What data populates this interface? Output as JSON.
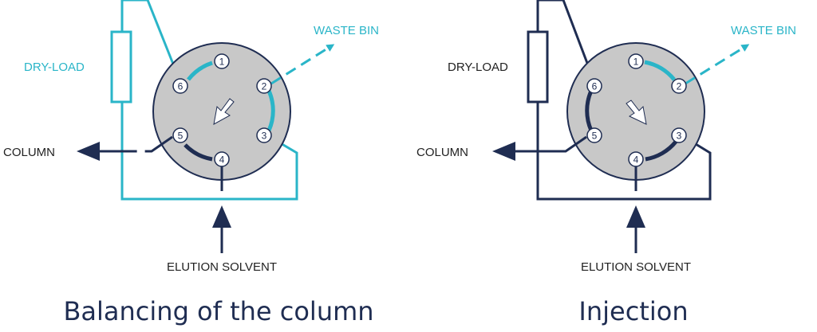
{
  "colors": {
    "navy": "#1f2d52",
    "teal": "#2ab5c8",
    "valve_fill": "#c8c8c8",
    "port_fill": "#ffffff",
    "text": "#222222"
  },
  "panels": [
    {
      "caption": "Balancing of the column",
      "labels": {
        "dry_load": "DRY-LOAD",
        "waste_bin": "WASTE BIN",
        "column": "COLUMN",
        "elution_solvent": "ELUTION SOLVENT"
      },
      "ports": [
        "1",
        "2",
        "3",
        "4",
        "5",
        "6"
      ]
    },
    {
      "caption": "Injection",
      "labels": {
        "dry_load": "DRY-LOAD",
        "waste_bin": "WASTE BIN",
        "column": "COLUMN",
        "elution_solvent": "ELUTION SOLVENT"
      },
      "ports": [
        "1",
        "2",
        "3",
        "4",
        "5",
        "6"
      ]
    }
  ]
}
